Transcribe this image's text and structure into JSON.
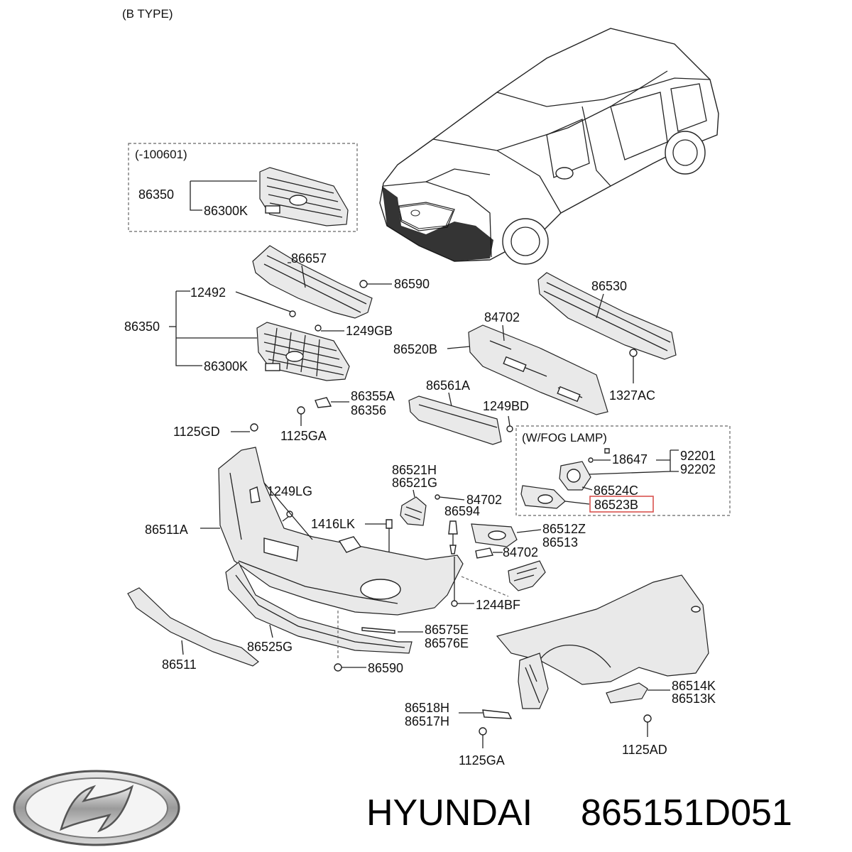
{
  "header": {
    "type_label": "(B TYPE)"
  },
  "groups": {
    "early_grille": "(-100601)",
    "fog_lamp": "(W/FOG LAMP)"
  },
  "labels": {
    "l86350a": "86350",
    "l86300ka": "86300K",
    "l86657": "86657",
    "l86590a": "86590",
    "l12492": "12492",
    "l86350b": "86350",
    "l1249gb": "1249GB",
    "l86300kb": "86300K",
    "l86355a": "86355A",
    "l86356": "86356",
    "l1125gaa": "1125GA",
    "l1125gd": "1125GD",
    "l86530": "86530",
    "l84702a": "84702",
    "l86520b": "86520B",
    "l1327ac": "1327AC",
    "l86561a": "86561A",
    "l1249bd": "1249BD",
    "l18647": "18647",
    "l92201": "92201",
    "l92202": "92202",
    "l86524c": "86524C",
    "l86523b": "86523B",
    "l86521h": "86521H",
    "l86521g": "86521G",
    "l84702b": "84702",
    "l1249lg": "1249LG",
    "l86594": "86594",
    "l1416lk": "1416LK",
    "l86511a": "86511A",
    "l86512z": "86512Z",
    "l86513": "86513",
    "l84702c": "84702",
    "l1244bf": "1244BF",
    "l86575e": "86575E",
    "l86576e": "86576E",
    "l86525g": "86525G",
    "l86511": "86511",
    "l86590b": "86590",
    "l86514k": "86514K",
    "l86513k": "86513K",
    "l86518h": "86518H",
    "l86517h": "86517H",
    "l1125gab": "1125GA",
    "l1125ad": "1125AD"
  },
  "highlight": {
    "part": "86523B",
    "color": "#d9534f"
  },
  "footer": {
    "brand": "HYUNDAI",
    "part_number": "865151D051"
  },
  "logo": {
    "icon": "hyundai-logo-icon"
  }
}
